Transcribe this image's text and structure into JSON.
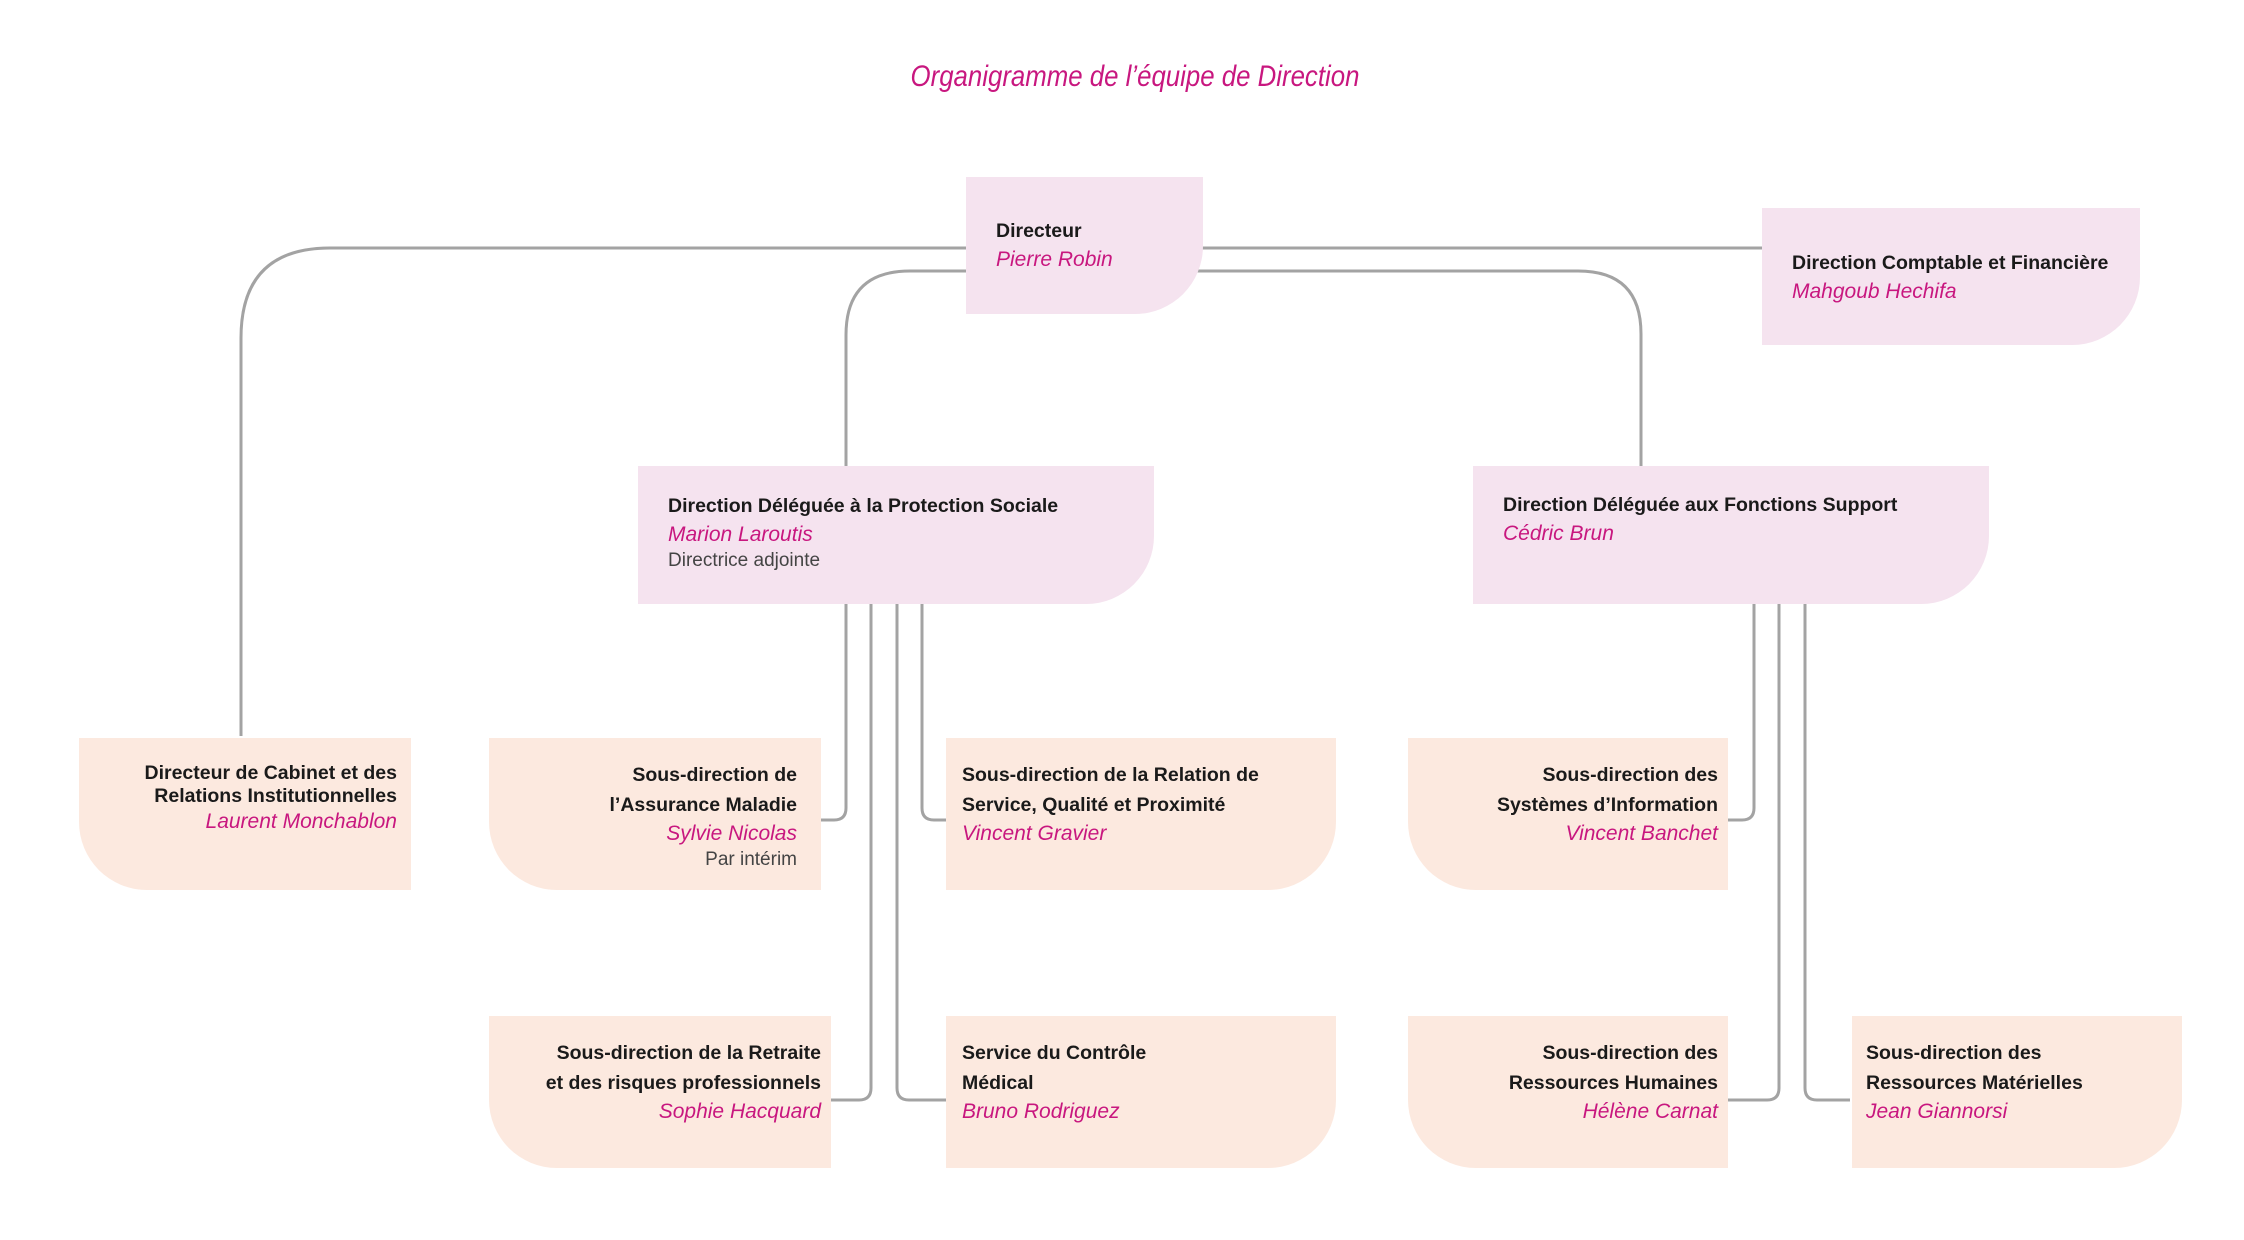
{
  "title": "Organigramme de l’équipe de Direction",
  "colors": {
    "accent": "#c8177f",
    "pink_box": "#f5e3ef",
    "peach_box": "#fce9df",
    "connector": "#a3a3a3"
  },
  "nodes": {
    "directeur": {
      "label": "Directeur",
      "person": "Pierre Robin"
    },
    "compta": {
      "label": "Direction Comptable et Financière",
      "person": "Mahgoub Hechifa"
    },
    "protection": {
      "label": "Direction Déléguée à la Protection Sociale",
      "person": "Marion Laroutis",
      "note": "Directrice adjointe"
    },
    "support": {
      "label": "Direction Déléguée aux Fonctions Support",
      "person": "Cédric Brun"
    },
    "cabinet": {
      "label": "Directeur de Cabinet et des\nRelations Institutionnelles",
      "person": "Laurent Monchablon"
    },
    "maladie": {
      "label": "Sous-direction de\nl’Assurance Maladie",
      "person": "Sylvie Nicolas",
      "note": "Par intérim"
    },
    "relation": {
      "label": "Sous-direction de la Relation de\nService, Qualité et Proximité",
      "person": "Vincent Gravier"
    },
    "si": {
      "label": "Sous-direction des\nSystèmes d’Information",
      "person": "Vincent Banchet"
    },
    "retraite": {
      "label": "Sous-direction de la Retraite\net des risques professionnels",
      "person": "Sophie Hacquard"
    },
    "controle": {
      "label": "Service du Contrôle\nMédical",
      "person": "Bruno Rodriguez"
    },
    "rh": {
      "label": "Sous-direction des\nRessources Humaines",
      "person": "Hélène Carnat"
    },
    "materielles": {
      "label": "Sous-direction des\nRessources Matérielles",
      "person": "Jean Giannorsi"
    }
  }
}
